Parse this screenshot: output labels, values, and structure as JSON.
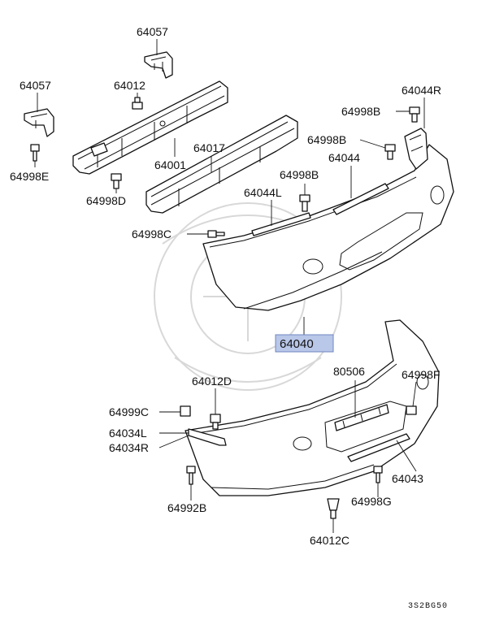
{
  "labels": {
    "p64057_top": "64057",
    "p64057_left": "64057",
    "p64012": "64012",
    "p64001": "64001",
    "p64017": "64017",
    "p64998E": "64998E",
    "p64998D": "64998D",
    "p64044R": "64044R",
    "p64998B_a": "64998B",
    "p64998B_b": "64998B",
    "p64044": "64044",
    "p64998B_c": "64998B",
    "p64044L": "64044L",
    "p64998C": "64998C",
    "p64040": "64040",
    "p80506": "80506",
    "p64998F": "64998F",
    "p64012D": "64012D",
    "p64999C": "64999C",
    "p64034L": "64034L",
    "p64034R": "64034R",
    "p64043": "64043",
    "p64992B": "64992B",
    "p64998G": "64998G",
    "p64012C": "64012C"
  },
  "highlighted_part": "64040",
  "highlight_color": "#b9c7e8",
  "diagram_code": "3S2BG50"
}
